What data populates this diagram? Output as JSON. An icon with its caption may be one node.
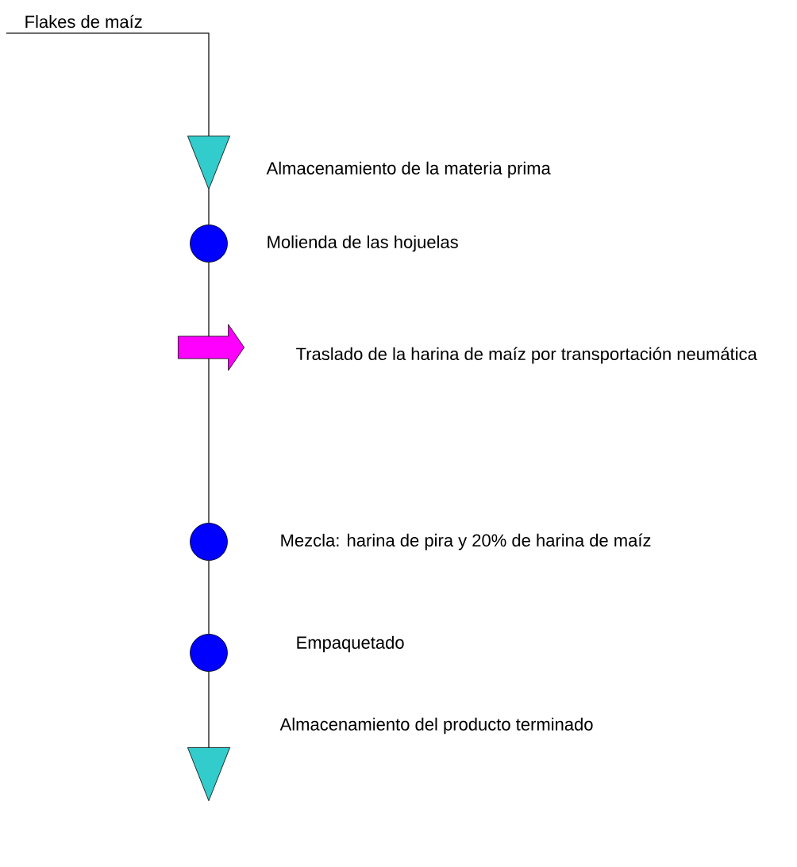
{
  "diagram": {
    "nodes": [
      {
        "text": [
          "Flakes de maíz"
        ]
      },
      {
        "text": [],
        "shape": "triangle",
        "beside": [
          "Almacenamiento de la materia prima"
        ]
      },
      {
        "text": [],
        "shape": "circle",
        "beside": [
          "Molienda de las hojuelas"
        ]
      },
      {
        "text": [],
        "shape": "arrow",
        "beside": [
          "Traslado de la harina de maíz por transportación neumática"
        ]
      },
      {
        "text": [],
        "shape": "circle",
        "beside": [
          "Mezcla: harina de pira y 20% de harina de maíz"
        ]
      },
      {
        "text": [],
        "shape": "circle",
        "beside": [
          "Empaquetado"
        ]
      },
      {
        "text": [],
        "shape": "triangle",
        "beside": [
          "Almacenamiento del producto terminado"
        ]
      }
    ],
    "edges": [
      {
        "from": 0,
        "to": 1,
        "arrow": "none"
      },
      {
        "from": 1,
        "to": 2,
        "arrow": "none"
      },
      {
        "from": 2,
        "to": 3,
        "arrow": "none"
      },
      {
        "from": 3,
        "to": 4,
        "arrow": "none"
      },
      {
        "from": 4,
        "to": 5,
        "arrow": "none"
      },
      {
        "from": 5,
        "to": 6,
        "arrow": "none"
      }
    ]
  }
}
